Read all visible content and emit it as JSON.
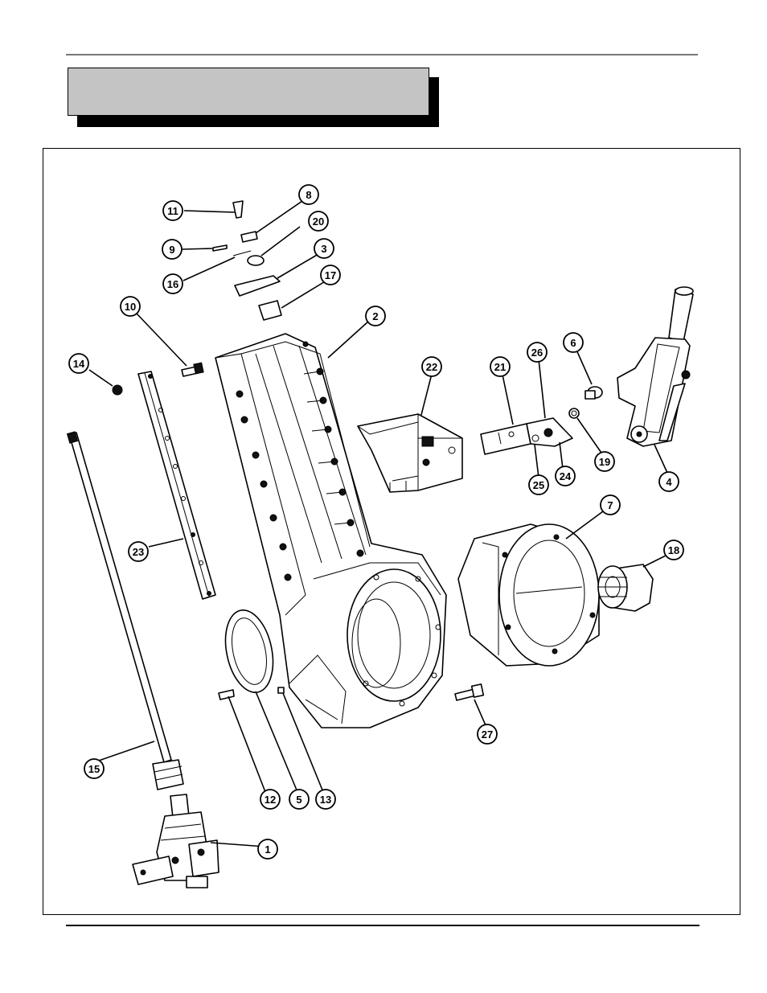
{
  "callouts": [
    {
      "id": "c1",
      "label": "1"
    },
    {
      "id": "c2",
      "label": "2"
    },
    {
      "id": "c3",
      "label": "3"
    },
    {
      "id": "c4",
      "label": "4"
    },
    {
      "id": "c5",
      "label": "5"
    },
    {
      "id": "c6",
      "label": "6"
    },
    {
      "id": "c7",
      "label": "7"
    },
    {
      "id": "c8",
      "label": "8"
    },
    {
      "id": "c9",
      "label": "9"
    },
    {
      "id": "c10",
      "label": "10"
    },
    {
      "id": "c11",
      "label": "11"
    },
    {
      "id": "c12",
      "label": "12"
    },
    {
      "id": "c13",
      "label": "13"
    },
    {
      "id": "c14",
      "label": "14"
    },
    {
      "id": "c15",
      "label": "15"
    },
    {
      "id": "c16",
      "label": "16"
    },
    {
      "id": "c17",
      "label": "17"
    },
    {
      "id": "c18",
      "label": "18"
    },
    {
      "id": "c19",
      "label": "19"
    },
    {
      "id": "c20",
      "label": "20"
    },
    {
      "id": "c21",
      "label": "21"
    },
    {
      "id": "c22",
      "label": "22"
    },
    {
      "id": "c23",
      "label": "23"
    },
    {
      "id": "c24",
      "label": "24"
    },
    {
      "id": "c25",
      "label": "25"
    },
    {
      "id": "c26",
      "label": "26"
    },
    {
      "id": "c27",
      "label": "27"
    }
  ]
}
